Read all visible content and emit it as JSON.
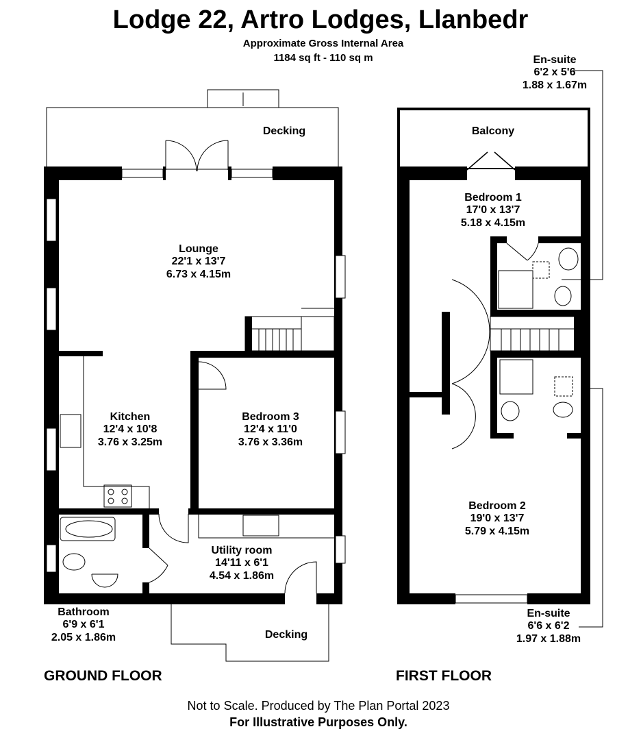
{
  "header": {
    "title": "Lodge 22, Artro Lodges, Llanbedr",
    "subtitle": "Approximate Gross Internal Area",
    "area": "1184 sq ft - 110 sq m"
  },
  "ground_floor": {
    "label": "GROUND FLOOR",
    "rooms": [
      {
        "name": "Decking",
        "imperial": "",
        "metric": ""
      },
      {
        "name": "Lounge",
        "imperial": "22'1 x 13'7",
        "metric": "6.73 x 4.15m"
      },
      {
        "name": "Kitchen",
        "imperial": "12'4 x 10'8",
        "metric": "3.76 x 3.25m"
      },
      {
        "name": "Bedroom 3",
        "imperial": "12'4 x 11'0",
        "metric": "3.76 x 3.36m"
      },
      {
        "name": "Utility room",
        "imperial": "14'11 x 6'1",
        "metric": "4.54 x 1.86m"
      },
      {
        "name": "Bathroom",
        "imperial": "6'9 x 6'1",
        "metric": "2.05 x 1.86m"
      },
      {
        "name": "Decking",
        "imperial": "",
        "metric": ""
      }
    ]
  },
  "first_floor": {
    "label": "FIRST FLOOR",
    "rooms": [
      {
        "name": "Balcony",
        "imperial": "",
        "metric": ""
      },
      {
        "name": "Bedroom 1",
        "imperial": "17'0 x 13'7",
        "metric": "5.18 x 4.15m"
      },
      {
        "name": "En-suite",
        "imperial": "6'2 x 5'6",
        "metric": "1.88 x 1.67m"
      },
      {
        "name": "Bedroom 2",
        "imperial": "19'0 x 13'7",
        "metric": "5.79 x 4.15m"
      },
      {
        "name": "En-suite",
        "imperial": "6'6 x 6'2",
        "metric": "1.97 x 1.88m"
      }
    ]
  },
  "footer": {
    "note": "Not to Scale. Produced by The Plan Portal 2023",
    "disclaimer": "For Illustrative Purposes Only."
  }
}
